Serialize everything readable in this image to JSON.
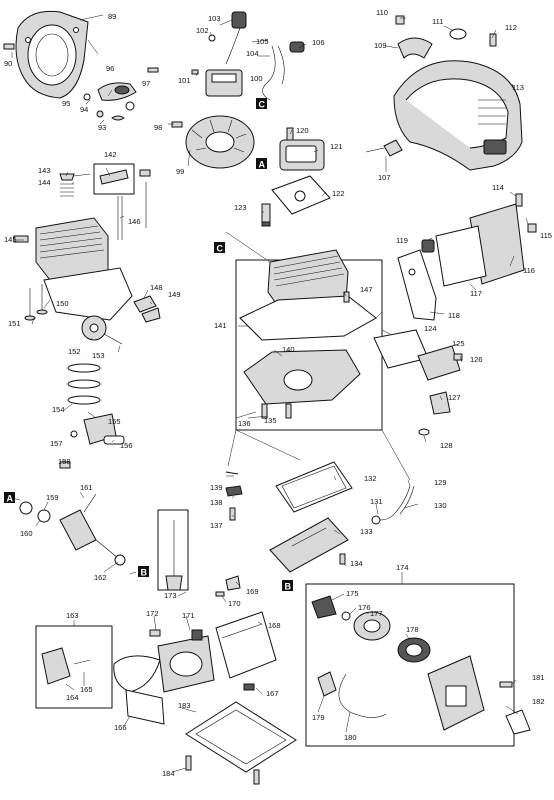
{
  "parts": [
    {
      "id": "89",
      "label": "89"
    },
    {
      "id": "90",
      "label": "90"
    },
    {
      "id": "93",
      "label": "93"
    },
    {
      "id": "94",
      "label": "94"
    },
    {
      "id": "95",
      "label": "95"
    },
    {
      "id": "96",
      "label": "96"
    },
    {
      "id": "97",
      "label": "97"
    },
    {
      "id": "98",
      "label": "98"
    },
    {
      "id": "99",
      "label": "99"
    },
    {
      "id": "100",
      "label": "100"
    },
    {
      "id": "101",
      "label": "101"
    },
    {
      "id": "102",
      "label": "102"
    },
    {
      "id": "103",
      "label": "103"
    },
    {
      "id": "104",
      "label": "104"
    },
    {
      "id": "105",
      "label": "105"
    },
    {
      "id": "106",
      "label": "106"
    },
    {
      "id": "107",
      "label": "107"
    },
    {
      "id": "109",
      "label": "109"
    },
    {
      "id": "110",
      "label": "110"
    },
    {
      "id": "111",
      "label": "111"
    },
    {
      "id": "112",
      "label": "112"
    },
    {
      "id": "113",
      "label": "113"
    },
    {
      "id": "114",
      "label": "114"
    },
    {
      "id": "115",
      "label": "115"
    },
    {
      "id": "116",
      "label": "116"
    },
    {
      "id": "117",
      "label": "117"
    },
    {
      "id": "118",
      "label": "118"
    },
    {
      "id": "119",
      "label": "119"
    },
    {
      "id": "120",
      "label": "120"
    },
    {
      "id": "121",
      "label": "121"
    },
    {
      "id": "122",
      "label": "122"
    },
    {
      "id": "123",
      "label": "123"
    },
    {
      "id": "124",
      "label": "124"
    },
    {
      "id": "125",
      "label": "125"
    },
    {
      "id": "126",
      "label": "126"
    },
    {
      "id": "127",
      "label": "127"
    },
    {
      "id": "128",
      "label": "128"
    },
    {
      "id": "129",
      "label": "129"
    },
    {
      "id": "130",
      "label": "130"
    },
    {
      "id": "131",
      "label": "131"
    },
    {
      "id": "132",
      "label": "132"
    },
    {
      "id": "133",
      "label": "133"
    },
    {
      "id": "134",
      "label": "134"
    },
    {
      "id": "135",
      "label": "135"
    },
    {
      "id": "136",
      "label": "136"
    },
    {
      "id": "137",
      "label": "137"
    },
    {
      "id": "138",
      "label": "138"
    },
    {
      "id": "139",
      "label": "139"
    },
    {
      "id": "140",
      "label": "140"
    },
    {
      "id": "141",
      "label": "141"
    },
    {
      "id": "142",
      "label": "142"
    },
    {
      "id": "143",
      "label": "143"
    },
    {
      "id": "144",
      "label": "144"
    },
    {
      "id": "145",
      "label": "145"
    },
    {
      "id": "146",
      "label": "146"
    },
    {
      "id": "147",
      "label": "147"
    },
    {
      "id": "148",
      "label": "148"
    },
    {
      "id": "149",
      "label": "149"
    },
    {
      "id": "150",
      "label": "150"
    },
    {
      "id": "151",
      "label": "151"
    },
    {
      "id": "152",
      "label": "152"
    },
    {
      "id": "153",
      "label": "153"
    },
    {
      "id": "154",
      "label": "154"
    },
    {
      "id": "155",
      "label": "155"
    },
    {
      "id": "156",
      "label": "156"
    },
    {
      "id": "157",
      "label": "157"
    },
    {
      "id": "158",
      "label": "158"
    },
    {
      "id": "159",
      "label": "159"
    },
    {
      "id": "160",
      "label": "160"
    },
    {
      "id": "161",
      "label": "161"
    },
    {
      "id": "162",
      "label": "162"
    },
    {
      "id": "163",
      "label": "163"
    },
    {
      "id": "164",
      "label": "164"
    },
    {
      "id": "165",
      "label": "165"
    },
    {
      "id": "166",
      "label": "166"
    },
    {
      "id": "167",
      "label": "167"
    },
    {
      "id": "168",
      "label": "168"
    },
    {
      "id": "169",
      "label": "169"
    },
    {
      "id": "170",
      "label": "170"
    },
    {
      "id": "171",
      "label": "171"
    },
    {
      "id": "172",
      "label": "172"
    },
    {
      "id": "173",
      "label": "173"
    },
    {
      "id": "174",
      "label": "174"
    },
    {
      "id": "175",
      "label": "175"
    },
    {
      "id": "176",
      "label": "176"
    },
    {
      "id": "177",
      "label": "177"
    },
    {
      "id": "178",
      "label": "178"
    },
    {
      "id": "179",
      "label": "179"
    },
    {
      "id": "180",
      "label": "180"
    },
    {
      "id": "181",
      "label": "181"
    },
    {
      "id": "182",
      "label": "182"
    },
    {
      "id": "183",
      "label": "183"
    },
    {
      "id": "184",
      "label": "184"
    }
  ],
  "callouts": [
    {
      "id": "A",
      "label": "A"
    },
    {
      "id": "B",
      "label": "B"
    },
    {
      "id": "C",
      "label": "C"
    }
  ]
}
